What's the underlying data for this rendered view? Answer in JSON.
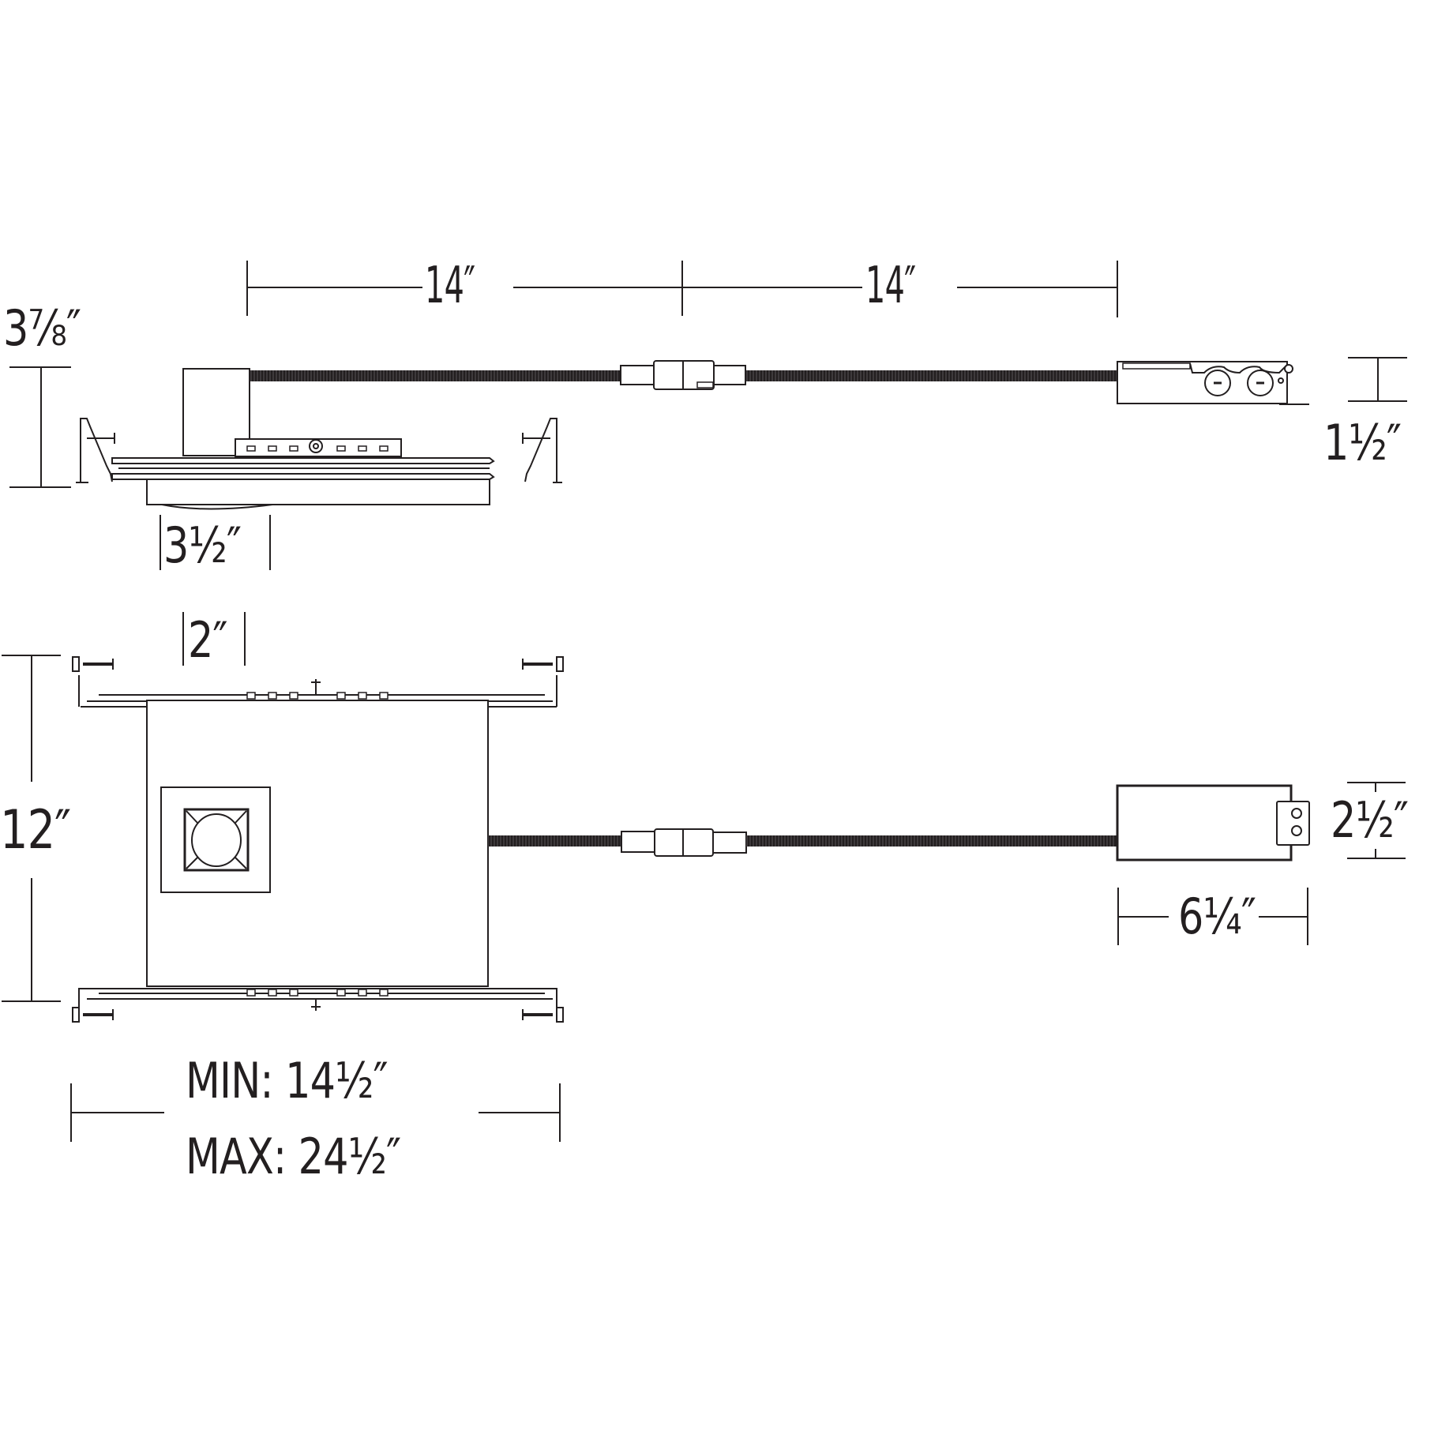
{
  "diagram": {
    "type": "dimensional-drawing",
    "subject": "recessed downlight housing with remote driver box",
    "line_color": "#231f20",
    "background": "#ffffff",
    "side_view": {
      "cable_segment_1": "14″",
      "cable_segment_2": "14″",
      "housing_height": "3⅞″",
      "aperture_width": "3½″",
      "driver_box_height": "1½″"
    },
    "top_view": {
      "trim_offset": "2″",
      "housing_depth": "12″",
      "bar_hanger_min": "MIN: 14½″",
      "bar_hanger_max": "MAX: 24½″",
      "driver_box_width": "2½″",
      "driver_box_length": "6¼″"
    }
  }
}
